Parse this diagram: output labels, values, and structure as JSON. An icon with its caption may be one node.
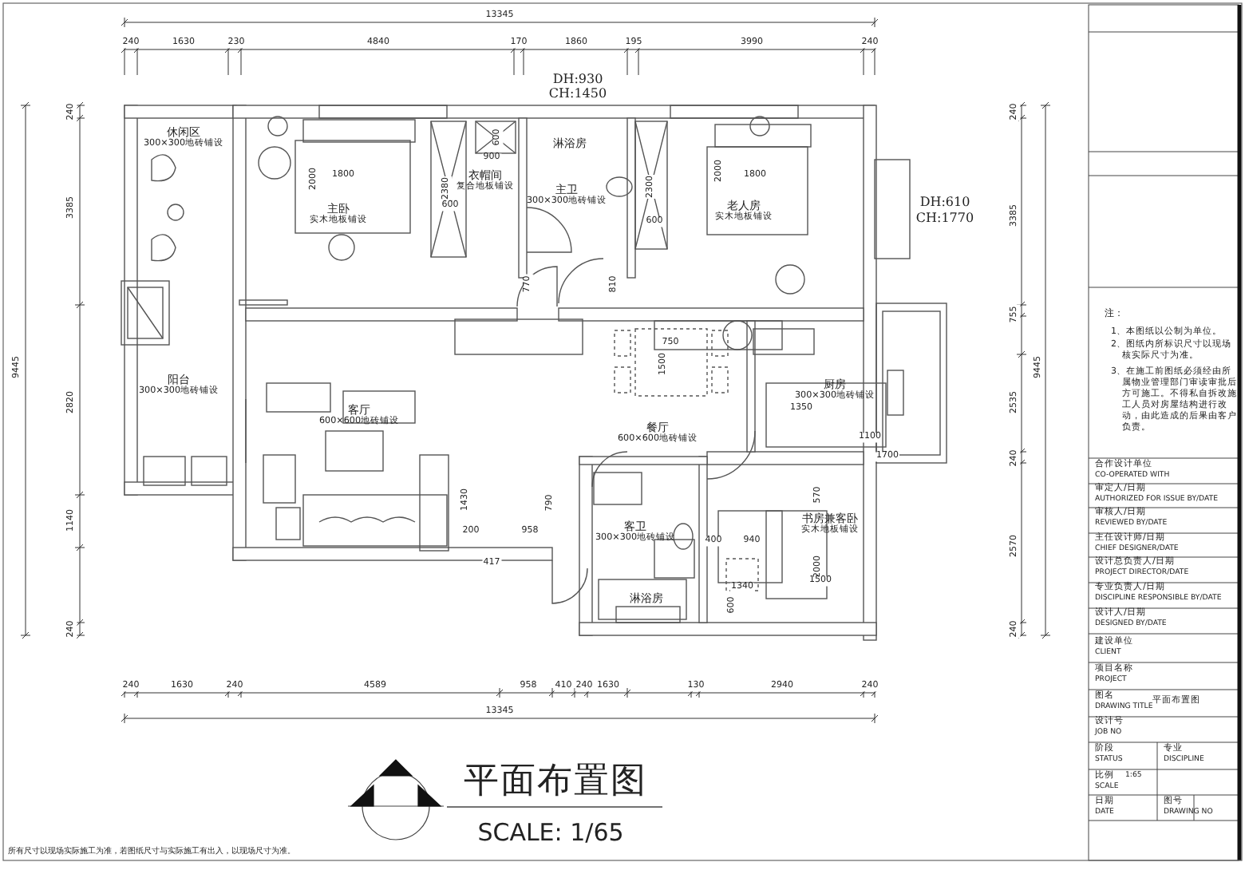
{
  "diagram": {
    "title": "平面布置图",
    "nodes": [
      {
        "text": [
          "休闲区",
          "300×300地砖铺设"
        ]
      },
      {
        "text": [
          "主卧",
          "实木地板铺设"
        ]
      },
      {
        "text": [
          "衣帽间",
          "复合地板铺设"
        ]
      },
      {
        "text": [
          "淋浴房"
        ]
      },
      {
        "text": [
          "主卫",
          "300×300地砖铺设"
        ]
      },
      {
        "text": [
          "老人房",
          "实木地板铺设"
        ]
      },
      {
        "text": [
          "阳台",
          "300×300地砖铺设"
        ]
      },
      {
        "text": [
          "客厅",
          "600×600地砖铺设"
        ]
      },
      {
        "text": [
          "厨房",
          "300×300地砖铺设"
        ]
      },
      {
        "text": [
          "餐厅",
          "600×600地砖铺设"
        ]
      },
      {
        "text": [
          "客卫",
          "300×300地砖铺设"
        ]
      },
      {
        "text": [
          "书房兼客卧",
          "实木地板铺设"
        ]
      },
      {
        "text": [
          "淋浴房"
        ]
      }
    ],
    "edges": [],
    "labels": [
      "13345",
      "240",
      "1630",
      "230",
      "4840",
      "170",
      "1860",
      "195",
      "3990",
      "240",
      "DH:930",
      "CH:1450",
      "2000",
      "1800",
      "2380",
      "600",
      "600",
      "900",
      "2300",
      "2000",
      "1800",
      "600",
      "DH:610",
      "CH:1770",
      "770",
      "810",
      "750",
      "1500",
      "1350",
      "1100",
      "1700",
      "1430",
      "790",
      "200",
      "958",
      "417",
      "570",
      "400",
      "940",
      "2000",
      "1340",
      "1500",
      "600",
      "240",
      "3385",
      "2820",
      "1140",
      "240",
      "9445",
      "240",
      "3385",
      "755",
      "2535",
      "240",
      "2570",
      "240",
      "9445",
      "240",
      "1630",
      "240",
      "4589",
      "958",
      "410",
      "240",
      "1630",
      "130",
      "2940",
      "240",
      "13345",
      "SCALE: 1/65",
      "所有尺寸以现场实际施工为准，若图纸尺寸与实际施工有出入，以现场尺寸为准。",
      "注：",
      "1、本图纸以公制为单位。",
      "2、图纸内所标识尺寸以现场核实际尺寸为准。",
      "3、在施工前图纸必须经由所属物业管理部门审读审批后方可施工。不得私自拆改施工人员对房屋结构进行改动，由此造成的后果由客户负责。",
      "合作设计单位",
      "CO-OPERATED WITH",
      "审定人/日期",
      "AUTHORIZED FOR ISSUE BY/DATE",
      "审核人/日期",
      "REVIEWED BY/DATE",
      "主任设计师/日期",
      "CHIEF DESIGNER/DATE",
      "设计总负责人/日期",
      "PROJECT DIRECTOR/DATE",
      "专业负责人/日期",
      "DISCIPLINE RESPONSIBLE BY/DATE",
      "设计人/日期",
      "DESIGNED BY/DATE",
      "建设单位",
      "CLIENT",
      "项目名称",
      "PROJECT",
      "图名",
      "DRAWING TITLE",
      "平面布置图",
      "设计号",
      "JOB NO",
      "阶段",
      "STATUS",
      "专业",
      "DISCIPLINE",
      "比例",
      "SCALE",
      "1:65",
      "图号",
      "DRAWING NO",
      "日期",
      "DATE"
    ]
  }
}
